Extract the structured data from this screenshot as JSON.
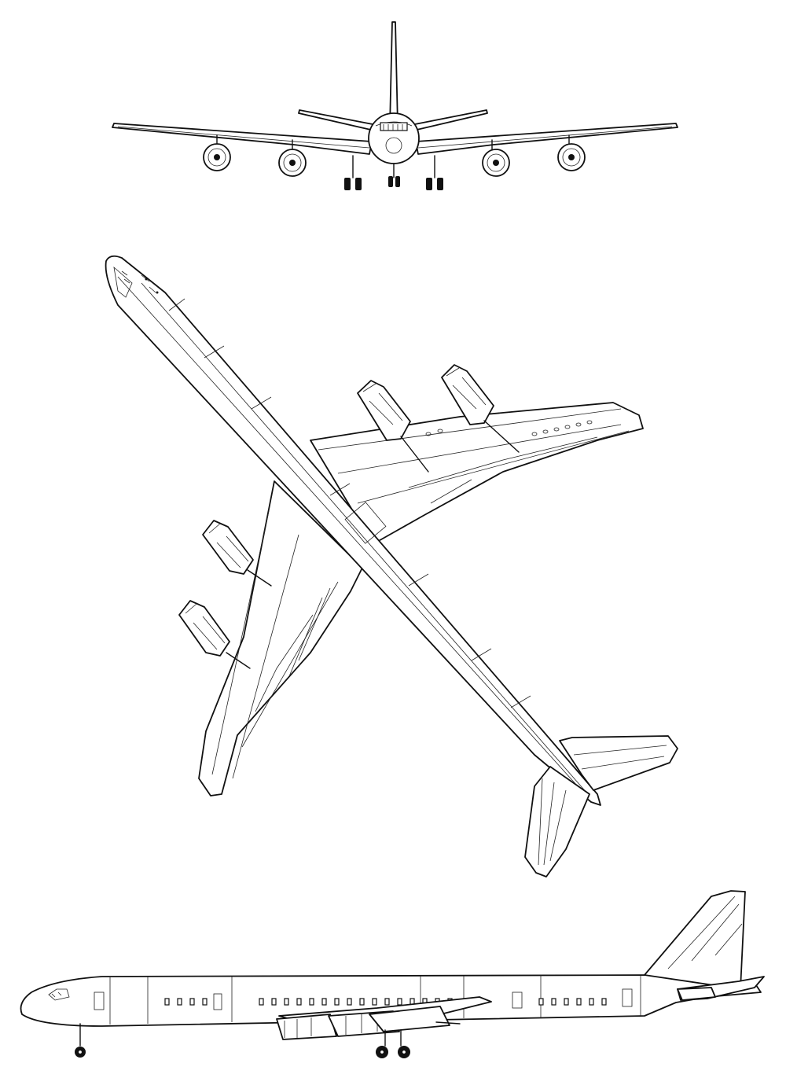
{
  "drawing": {
    "views": [
      "front-view",
      "plan-view",
      "side-view"
    ],
    "line_color": "#111111",
    "background_color": "#ffffff"
  }
}
